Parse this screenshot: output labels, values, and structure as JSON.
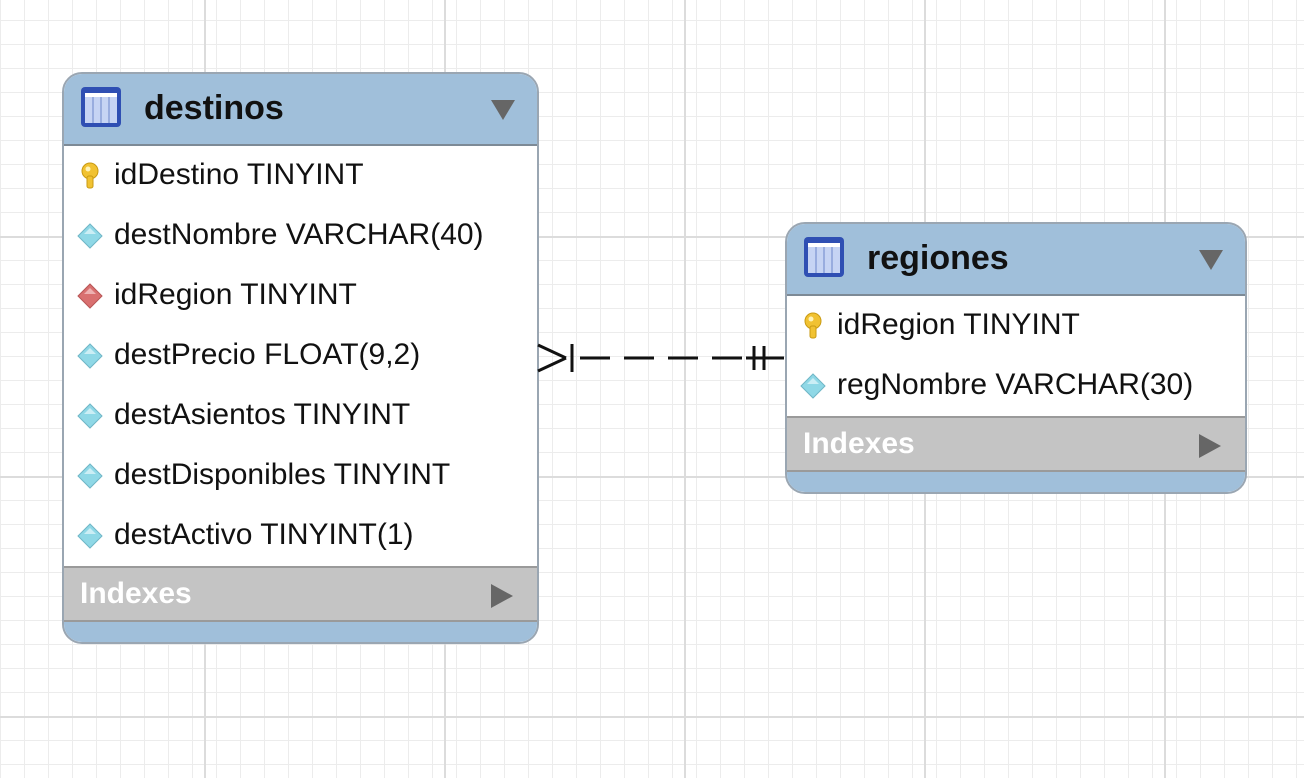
{
  "canvas": {
    "grid_color": "#dcdcdc",
    "background": "#ffffff"
  },
  "entities": [
    {
      "name": "destinos",
      "header_color": "#a0bfda",
      "columns": [
        {
          "text": "idDestino TINYINT",
          "icon": "primary-key-icon"
        },
        {
          "text": "destNombre VARCHAR(40)",
          "icon": "column-diamond-icon"
        },
        {
          "text": "idRegion TINYINT",
          "icon": "foreign-key-diamond-icon"
        },
        {
          "text": "destPrecio FLOAT(9,2)",
          "icon": "column-diamond-icon"
        },
        {
          "text": "destAsientos TINYINT",
          "icon": "column-diamond-icon"
        },
        {
          "text": "destDisponibles TINYINT",
          "icon": "column-diamond-icon"
        },
        {
          "text": "destActivo TINYINT(1)",
          "icon": "column-diamond-icon"
        }
      ],
      "indexes_label": "Indexes"
    },
    {
      "name": "regiones",
      "header_color": "#a0bfda",
      "columns": [
        {
          "text": "idRegion TINYINT",
          "icon": "primary-key-icon"
        },
        {
          "text": "regNombre VARCHAR(30)",
          "icon": "column-diamond-icon"
        }
      ],
      "indexes_label": "Indexes"
    }
  ],
  "relationship": {
    "from_table": "destinos",
    "to_table": "regiones",
    "from_end": "one-or-many",
    "to_end": "exactly-one",
    "line_style": "dashed",
    "color": "#111111"
  }
}
